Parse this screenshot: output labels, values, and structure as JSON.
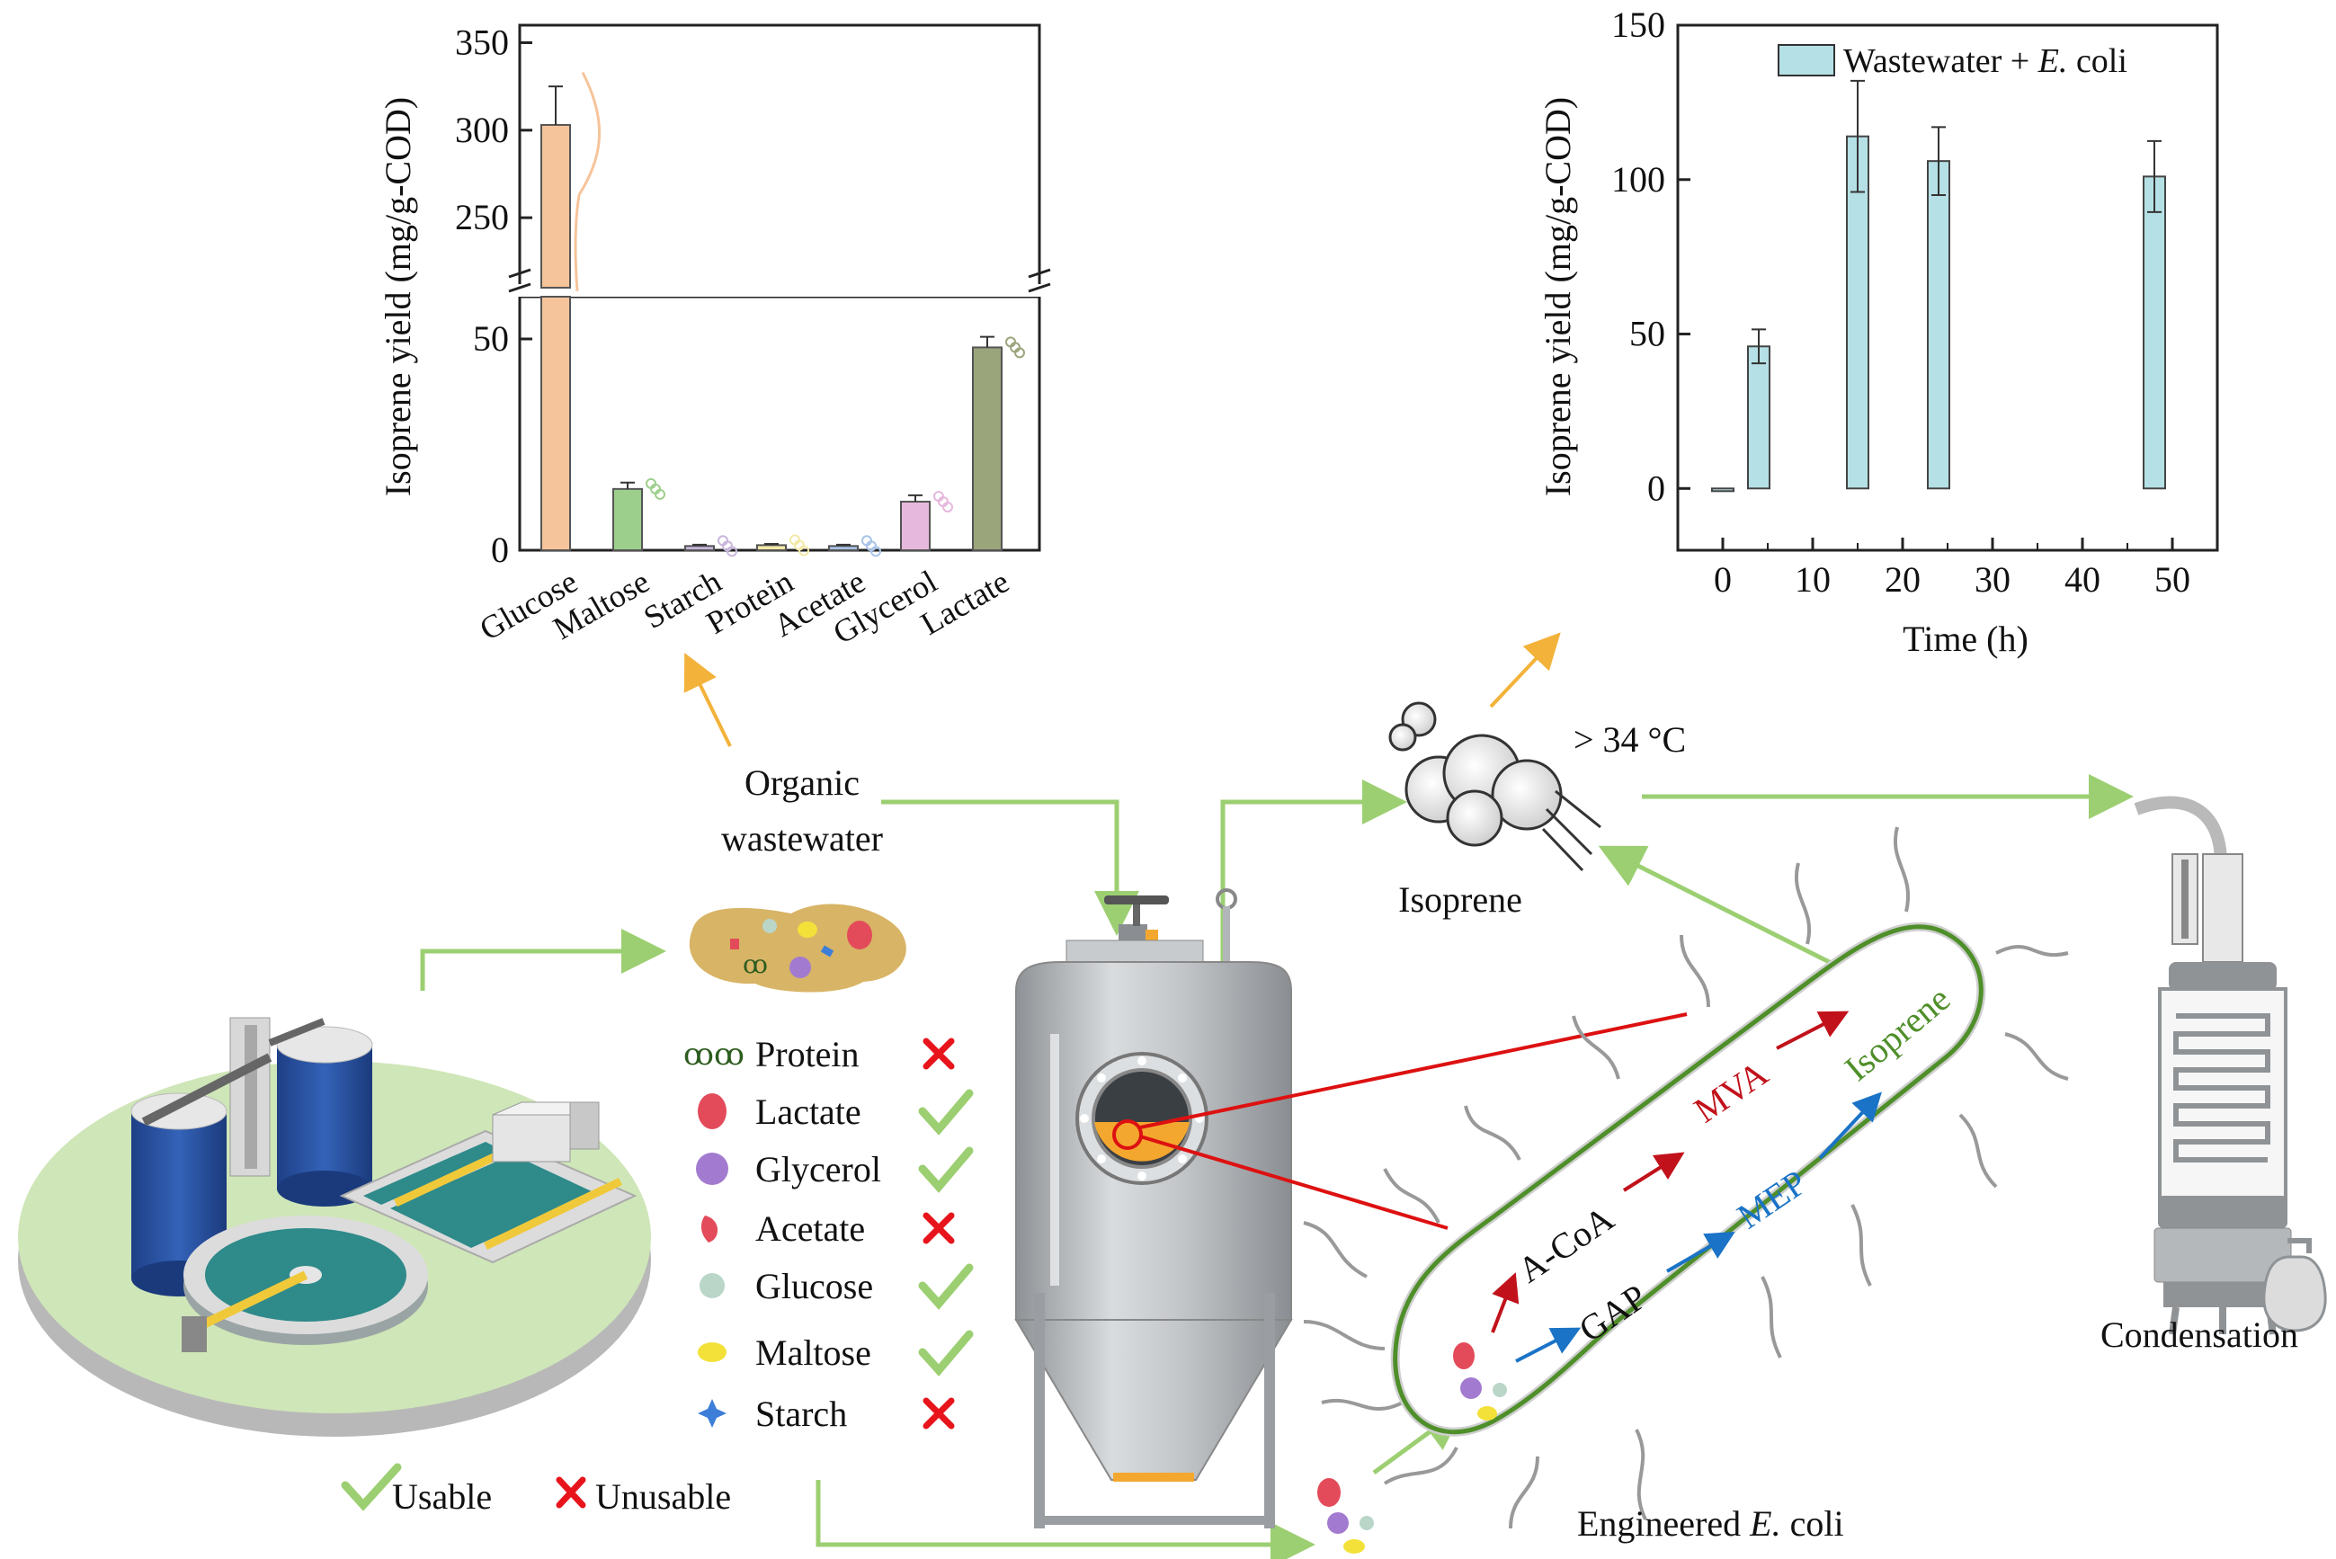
{
  "left_chart": {
    "ylabel": "Isoprene yield (mg/g-COD)",
    "upper_ticks": [
      "350",
      "300",
      "250"
    ],
    "lower_ticks": [
      "50",
      "0"
    ],
    "categories": [
      "Glucose",
      "Maltose",
      "Starch",
      "Protein",
      "Acetate",
      "Glycerol",
      "Lactate"
    ]
  },
  "right_chart": {
    "ylabel": "Isoprene yield (mg/g-COD)",
    "xlabel": "Time (h)",
    "y_ticks": [
      "150",
      "100",
      "50",
      "0"
    ],
    "x_ticks": [
      "0",
      "10",
      "20",
      "30",
      "40",
      "50"
    ],
    "legend_prefix": "Wastewater + ",
    "legend_italic": "E.",
    "legend_suffix": " coli"
  },
  "chart_data": [
    {
      "type": "bar",
      "categories": [
        "Glucose",
        "Maltose",
        "Starch",
        "Protein",
        "Acetate",
        "Glycerol",
        "Lactate"
      ],
      "values": [
        303,
        14.5,
        1,
        1.2,
        1,
        11.5,
        48
      ],
      "errors": [
        22,
        1.5,
        0.3,
        0.3,
        0.3,
        1.5,
        2.5
      ],
      "colors": [
        "#f6c49b",
        "#9dcf8c",
        "#c9b6dc",
        "#f3e9a6",
        "#a9c3e8",
        "#e6b8dd",
        "#9aa57c"
      ],
      "ylabel": "Isoprene yield (mg/g-COD)",
      "ylim_lower": [
        0,
        60
      ],
      "ylim_upper": [
        210,
        360
      ],
      "broken_axis": true
    },
    {
      "type": "bar",
      "x": [
        0,
        4,
        15,
        24,
        48
      ],
      "values": [
        0,
        46,
        114,
        106,
        101
      ],
      "errors": [
        0,
        5.5,
        18,
        11,
        11.5
      ],
      "series": [
        {
          "name": "Wastewater + E. coli",
          "values": [
            0,
            46,
            114,
            106,
            101
          ]
        }
      ],
      "color": "#b5e0e5",
      "xlabel": "Time (h)",
      "ylabel": "Isoprene yield (mg/g-COD)",
      "xlim": [
        -5,
        55
      ],
      "ylim": [
        -20,
        150
      ],
      "legend": "top-right"
    }
  ],
  "diagram": {
    "organic_wastewater": [
      "Organic",
      "wastewater"
    ],
    "temperature": "> 34 °C",
    "isoprene_label": "Isoprene",
    "condensation_label": "Condensation",
    "engineered_prefix": "Engineered ",
    "engineered_italic": "E.",
    "engineered_suffix": " coli",
    "pathway": {
      "acoa": "A-CoA",
      "mva": "MVA",
      "isoprene": "Isoprene",
      "gap": "GAP",
      "mep": "MEP"
    },
    "substrates": [
      {
        "name": "Protein",
        "usable": false
      },
      {
        "name": "Lactate",
        "usable": true
      },
      {
        "name": "Glycerol",
        "usable": true
      },
      {
        "name": "Acetate",
        "usable": false
      },
      {
        "name": "Glucose",
        "usable": true
      },
      {
        "name": "Maltose",
        "usable": true
      },
      {
        "name": "Starch",
        "usable": false
      }
    ],
    "legend_usable": "Usable",
    "legend_unusable": "Unusable",
    "colors": {
      "flow_arrow": "#9ccf72",
      "orange_arrow": "#f3b23a",
      "red": "#c1121b",
      "blue": "#1a73c6",
      "green": "#4f8f2a",
      "check": "#9ccf72",
      "cross": "#e8141b"
    }
  }
}
